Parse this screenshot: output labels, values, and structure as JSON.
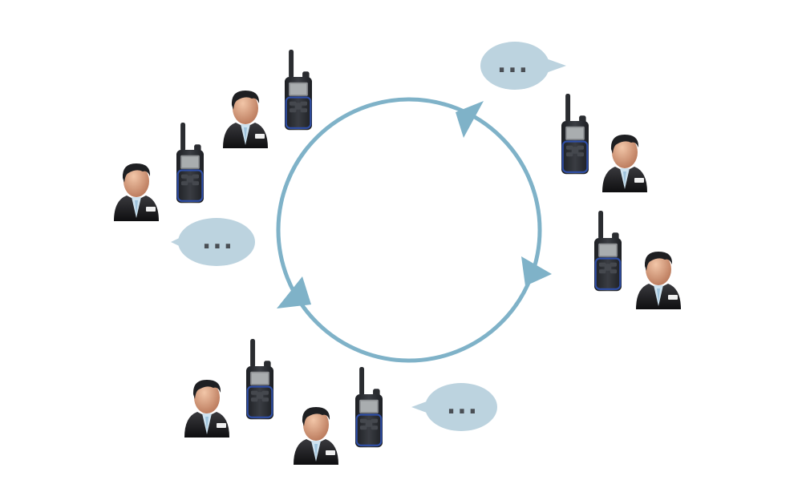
{
  "diagram": {
    "bubbles": [
      {
        "id": "top-right",
        "text": "..."
      },
      {
        "id": "left",
        "text": "..."
      },
      {
        "id": "bottom",
        "text": "..."
      }
    ],
    "colors": {
      "cycle": "#7fb2c8",
      "bubble": "#bcd3df",
      "radio_body": "#2b2e33",
      "radio_accent": "#2f4fa8",
      "suit": "#1c1c1e",
      "skin": "#d49a78"
    }
  }
}
